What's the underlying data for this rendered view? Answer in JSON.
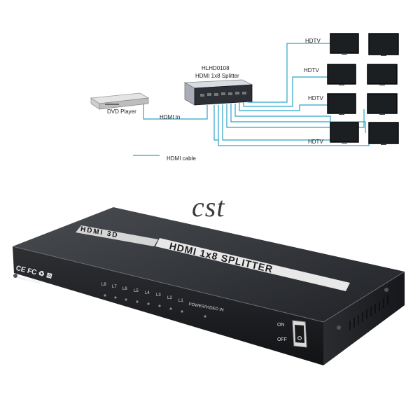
{
  "diagram": {
    "model": "HLHD0108",
    "model_desc": "HDMI 1x8 Splitter",
    "source_label": "DVD Player",
    "input_label": "HDMI In",
    "output_labels": [
      "HDTV",
      "HDTV",
      "HDTV",
      "HDTV"
    ],
    "legend_label": "HDMI cable",
    "wire_color": "#2aa3c8"
  },
  "watermark": "cst",
  "device": {
    "front_logo": "HDMI 3D",
    "title": "HDMI 1x8 SPLITTER",
    "certifications": "CE FC ♻ ⊠",
    "made_in": "Made in China",
    "led_labels": [
      "L8",
      "L7",
      "L6",
      "L5",
      "L4",
      "L3",
      "L2",
      "L1"
    ],
    "power_label": "POWER/VIDEO IN",
    "switch_on": "ON",
    "switch_off": "OFF"
  }
}
